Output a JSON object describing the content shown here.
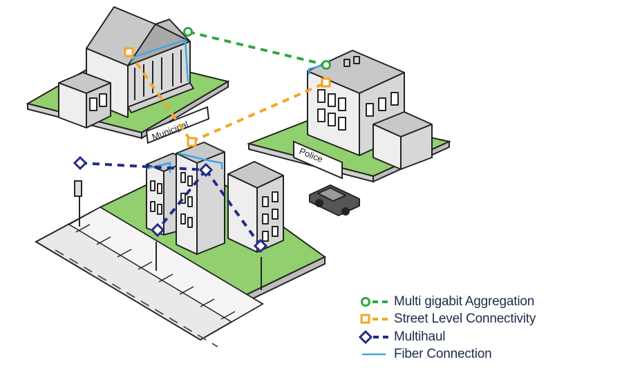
{
  "signs": {
    "municipal": "Municipal",
    "police": "Police"
  },
  "legend": {
    "items": [
      {
        "label": "Multi gigabit Aggregation",
        "style": "green-dash-circle",
        "color": "#2ca83f"
      },
      {
        "label": "Street Level Connectivity",
        "style": "orange-dash-square",
        "color": "#f5a623"
      },
      {
        "label": "Multihaul",
        "style": "navy-dash-diamond",
        "color": "#232a86"
      },
      {
        "label": "Fiber Connection",
        "style": "blue-line",
        "color": "#3aa8e6"
      }
    ]
  },
  "colors": {
    "grass": "#92cf6e",
    "building": "#e4e4e4",
    "building_shade": "#bcbcbc",
    "outline": "#222222"
  }
}
